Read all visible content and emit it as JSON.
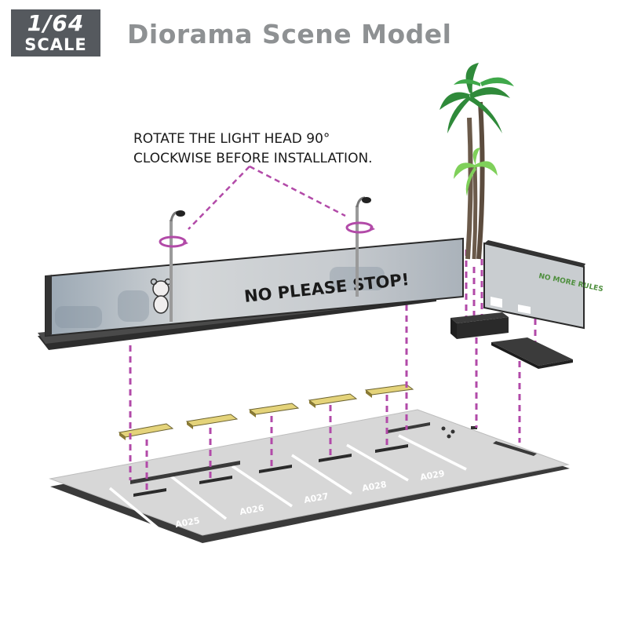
{
  "header": {
    "scale_badge": {
      "number": "1/64",
      "word": "SCALE"
    },
    "title": "Diorama Scene Model"
  },
  "instruction": {
    "line1": "ROTATE THE LIGHT HEAD 90°",
    "line2": "CLOCKWISE BEFORE INSTALLATION."
  },
  "wall_graffiti": {
    "main": "NO PLEASE STOP!",
    "side": "NO MORE RULES"
  },
  "parking_spaces": [
    "A025",
    "A026",
    "A027",
    "A028",
    "A029"
  ],
  "colors": {
    "badge": "#55595e",
    "title": "#8e9193",
    "guide_line": "#b24aa8",
    "wheel_stop": "#e4d37a",
    "floor": "#d7d7d7"
  }
}
